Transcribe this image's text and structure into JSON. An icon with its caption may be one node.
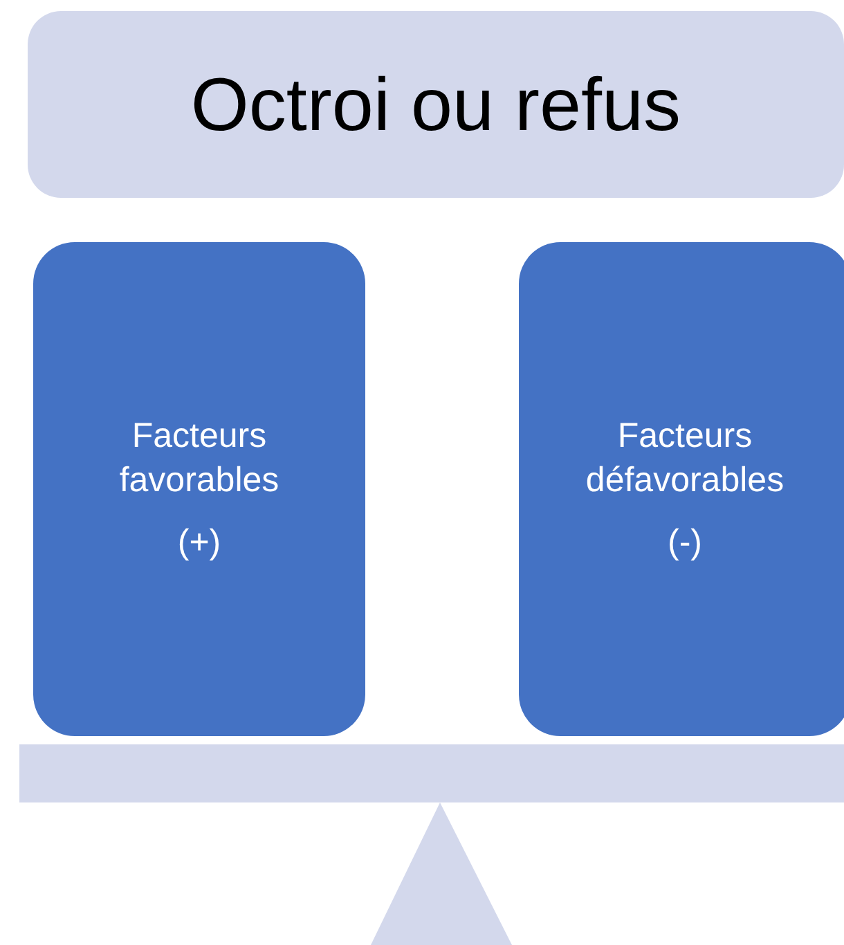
{
  "diagram": {
    "nodes": [
      {
        "text": [
          "Octroi ou refus"
        ]
      },
      {
        "text": [
          "Facteurs favorables",
          "(+)"
        ]
      },
      {
        "text": [
          "Facteurs défavorables",
          "(-)"
        ]
      }
    ]
  }
}
